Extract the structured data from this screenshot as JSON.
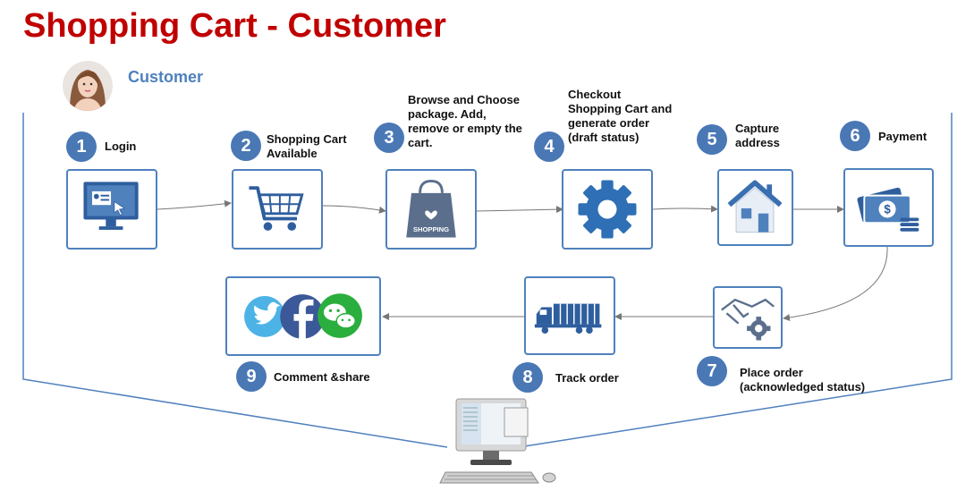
{
  "title": "Shopping Cart - Customer",
  "role": "Customer",
  "colors": {
    "title": "#c00000",
    "accent": "#4f81bd",
    "badge": "#4a78b5"
  },
  "steps": [
    {
      "number": "1",
      "label": "Login",
      "icon": "computer-login-icon"
    },
    {
      "number": "2",
      "label": "Shopping Cart\nAvailable",
      "icon": "shopping-cart-icon"
    },
    {
      "number": "3",
      "label": "Browse and Choose\npackage. Add,\nremove or empty the\ncart.",
      "icon": "shopping-bag-icon",
      "icon_text": "SHOPPING"
    },
    {
      "number": "4",
      "label": "Checkout\nShopping Cart and\ngenerate order\n(draft status)",
      "icon": "gear-icon"
    },
    {
      "number": "5",
      "label": "Capture\naddress",
      "icon": "house-icon"
    },
    {
      "number": "6",
      "label": "Payment",
      "icon": "money-icon"
    },
    {
      "number": "7",
      "label": "Place order\n(acknowledged status)",
      "icon": "handshake-gear-icon"
    },
    {
      "number": "8",
      "label": "Track order",
      "icon": "truck-icon"
    },
    {
      "number": "9",
      "label": "Comment &share",
      "icon": "social-media-icon"
    }
  ]
}
